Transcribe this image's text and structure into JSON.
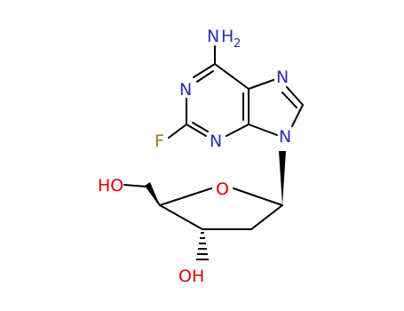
{
  "molecule": {
    "atoms": {
      "n_amine": "N",
      "h_amine": "H",
      "h_amine_count": "2",
      "n1": "N",
      "n3": "N",
      "n7": "N",
      "n9": "N",
      "fluorine": "F",
      "ring_oxygen": "O",
      "hydroxymethyl": "HO",
      "hydroxyl": "OH"
    },
    "colors": {
      "nitrogen": "#2b2bb8",
      "oxygen": "#dd0000",
      "fluorine": "#9b7a1e",
      "bond": "#000000"
    }
  }
}
